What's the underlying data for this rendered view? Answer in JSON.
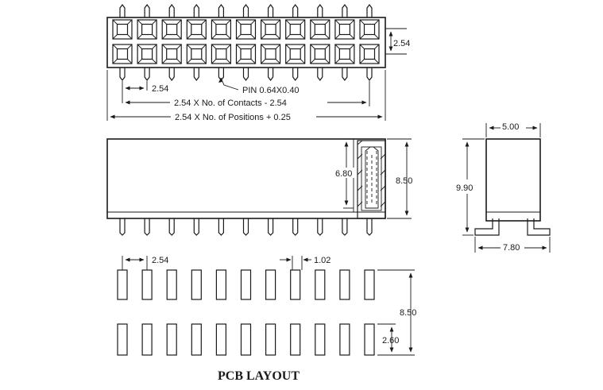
{
  "title": "PCB LAYOUT",
  "top_view": {
    "row_pitch": "2.54",
    "col_pitch": "2.54",
    "pin_label": "PIN 0.64X0.40",
    "contacts_label": "2.54 X No. of Contacts - 2.54",
    "positions_label": "2.54 X No. of Positions + 0.25",
    "columns": 11,
    "rows": 2
  },
  "side_view": {
    "inner_height": "6.80",
    "total_height": "8.50"
  },
  "end_view": {
    "width": "5.00",
    "height": "9.90",
    "foot_span": "7.80"
  },
  "pcb_layout": {
    "pitch": "2.54",
    "pad_width": "1.02",
    "row_span": "8.50",
    "pad_length": "2.60",
    "columns": 11
  }
}
